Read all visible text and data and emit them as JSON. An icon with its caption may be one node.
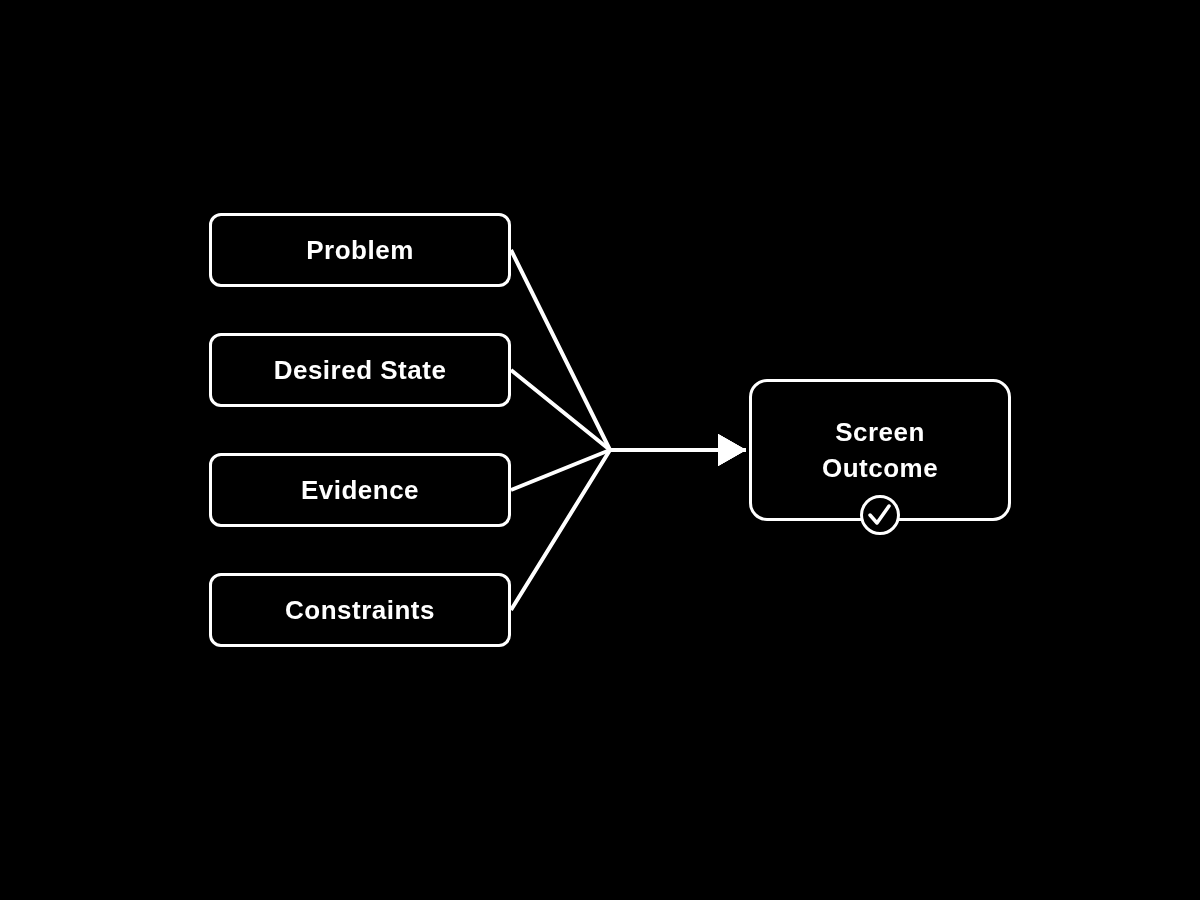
{
  "diagram": {
    "nodes": [
      {
        "text": [
          "Problem"
        ]
      },
      {
        "text": [
          "Desired State"
        ]
      },
      {
        "text": [
          "Evidence"
        ]
      },
      {
        "text": [
          "Constraints"
        ]
      },
      {
        "text": [
          "Screen Outcome"
        ]
      }
    ],
    "edges": [
      {
        "from": 0,
        "to": 4,
        "arrow": "to"
      },
      {
        "from": 1,
        "to": 4,
        "arrow": "to"
      },
      {
        "from": 2,
        "to": 4,
        "arrow": "to"
      },
      {
        "from": 3,
        "to": 4,
        "arrow": "to"
      }
    ]
  }
}
